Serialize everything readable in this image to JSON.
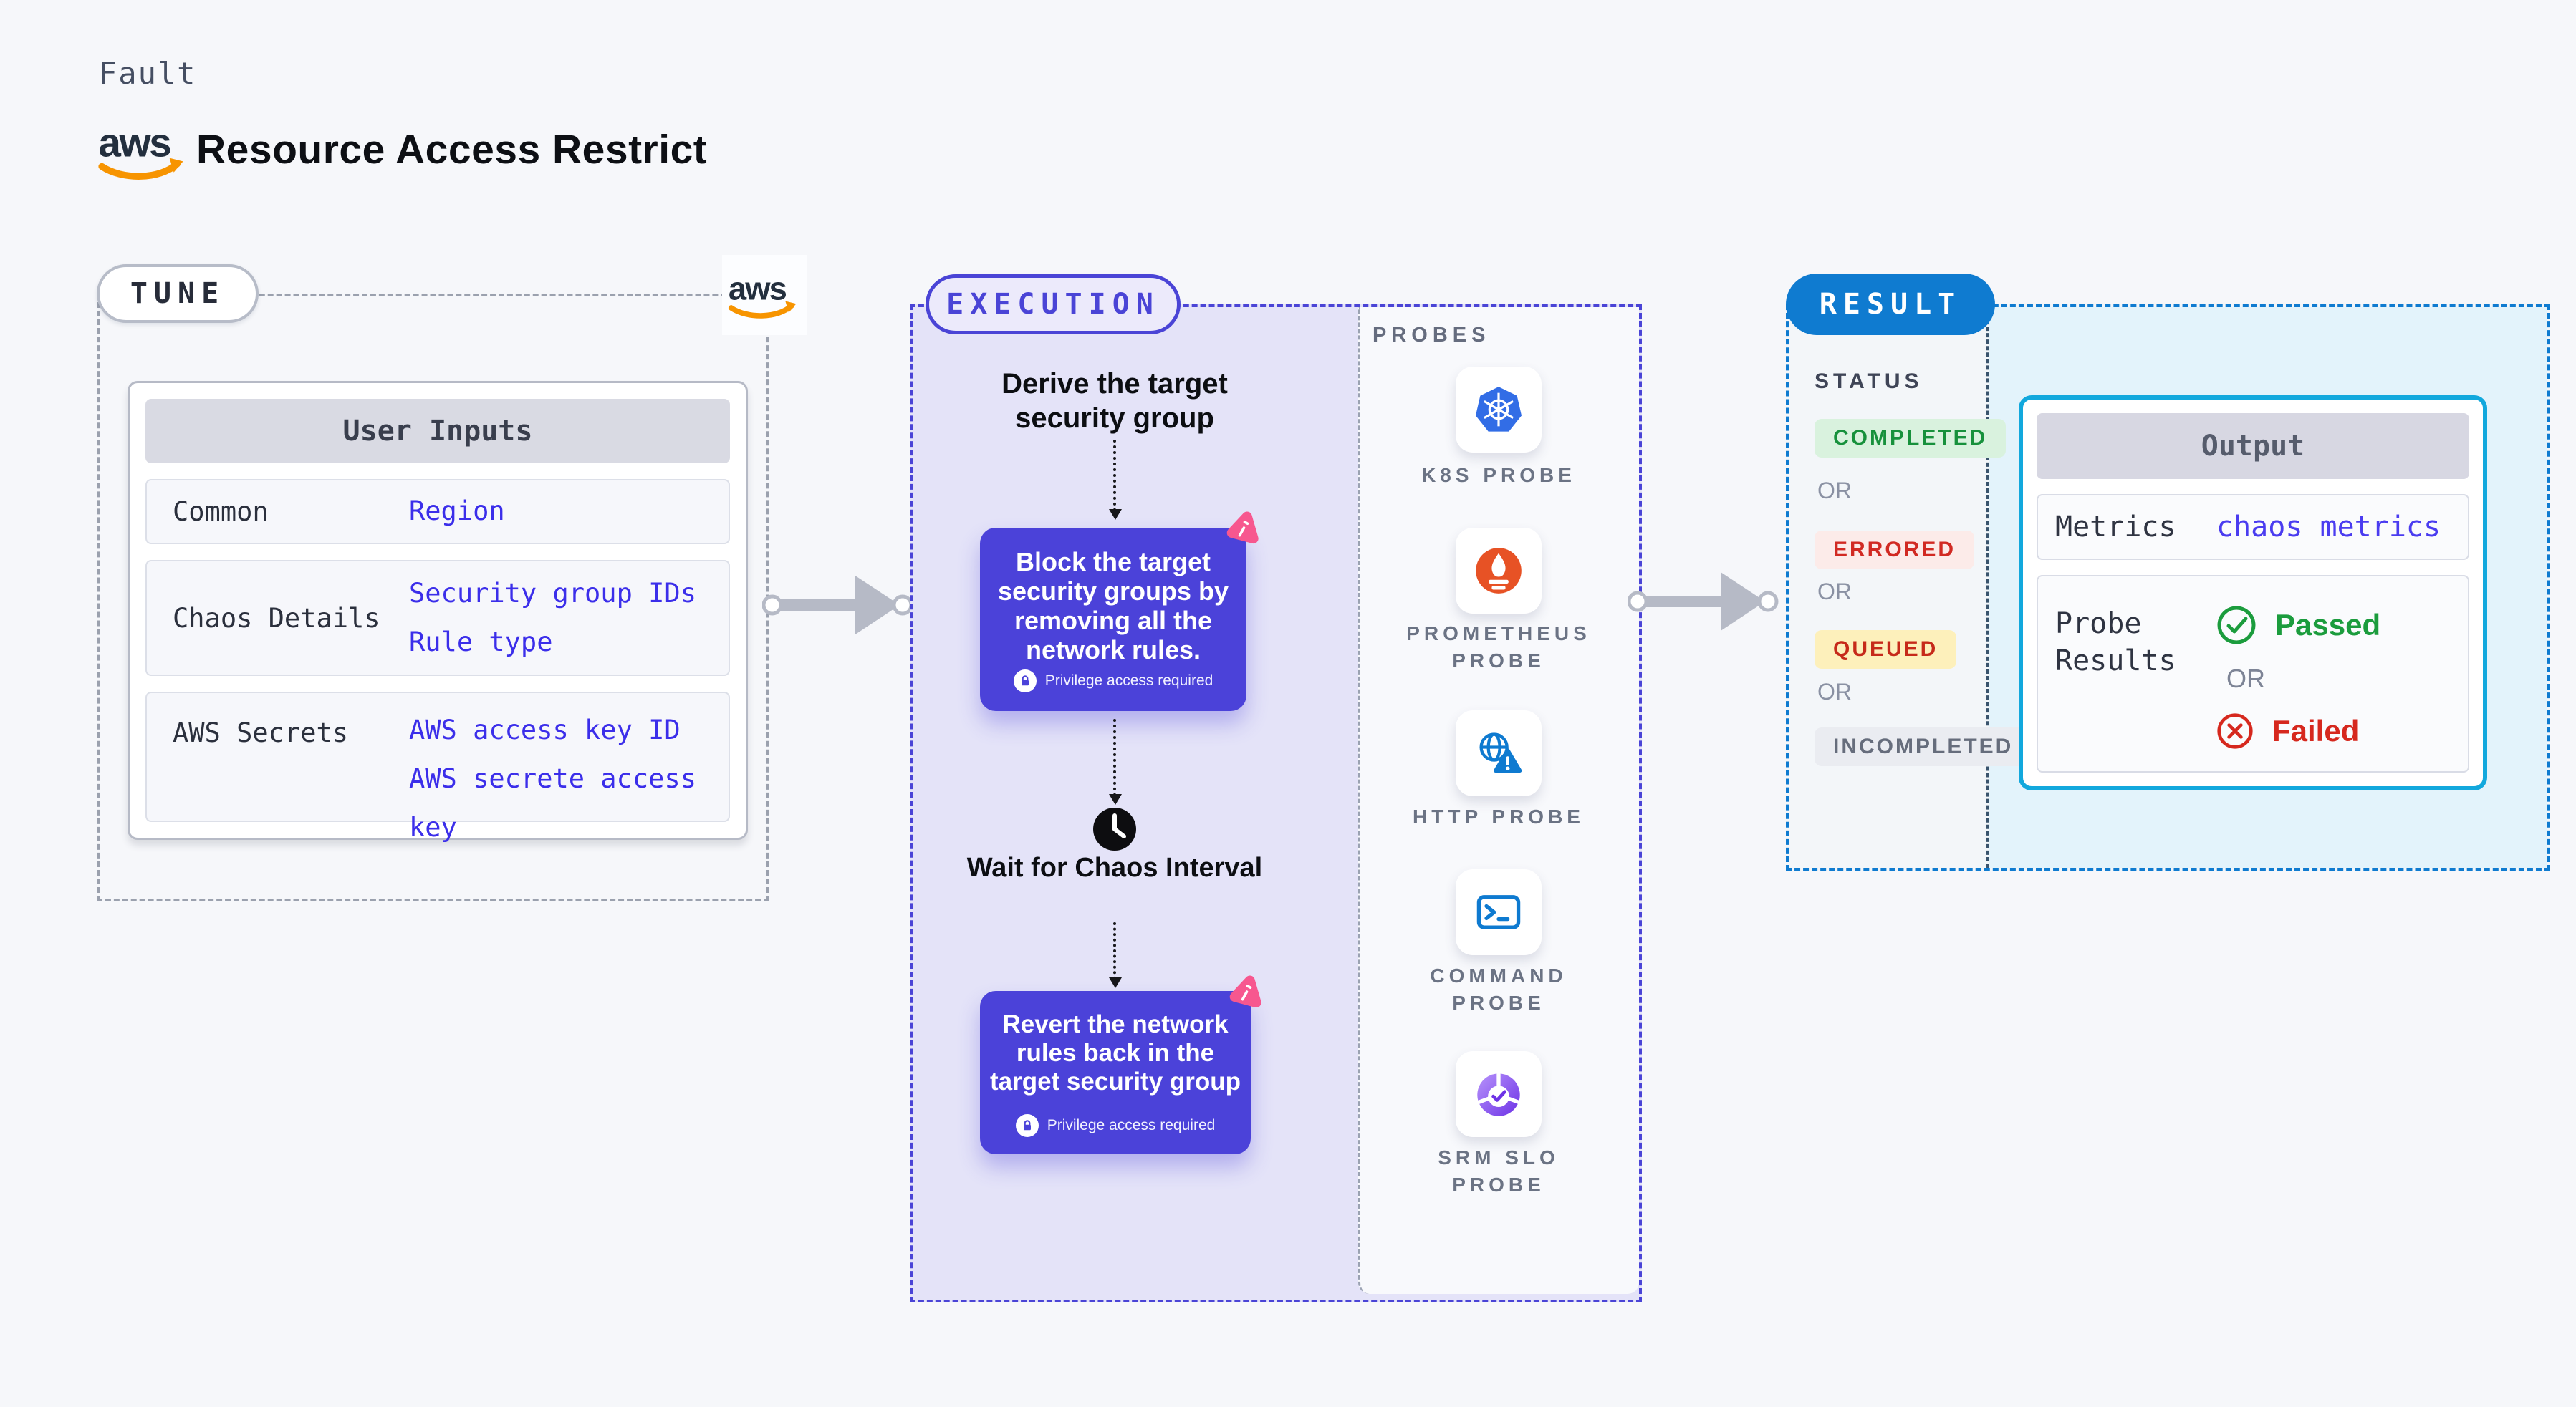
{
  "page": {
    "kicker": "Fault",
    "title": "Resource Access Restrict",
    "brand": "aws"
  },
  "tune": {
    "label": "TUNE",
    "card": {
      "header": "User Inputs",
      "rows": [
        {
          "label": "Common",
          "values": [
            "Region"
          ]
        },
        {
          "label": "Chaos Details",
          "values": [
            "Security group IDs",
            "Rule type"
          ]
        },
        {
          "label": "AWS Secrets",
          "values": [
            "AWS access key ID",
            "AWS secrete access key"
          ]
        }
      ]
    }
  },
  "execution": {
    "label": "EXECUTION",
    "steps": {
      "derive": "Derive the target security group",
      "block": "Block the target security groups by removing all the network rules.",
      "wait": "Wait for Chaos Interval",
      "revert": "Revert the network rules back in the target security group",
      "privilege_note": "Privilege access required"
    },
    "probes": {
      "heading": "PROBES",
      "items": [
        {
          "icon": "kubernetes-icon",
          "label": "K8S PROBE"
        },
        {
          "icon": "prometheus-icon",
          "label": "PROMETHEUS PROBE"
        },
        {
          "icon": "http-icon",
          "label": "HTTP PROBE"
        },
        {
          "icon": "command-icon",
          "label": "COMMAND PROBE"
        },
        {
          "icon": "srm-slo-icon",
          "label": "SRM SLO PROBE"
        }
      ]
    }
  },
  "result": {
    "label": "RESULT",
    "status": {
      "heading": "STATUS",
      "separator": "OR",
      "items": [
        {
          "label": "COMPLETED",
          "color": "#17913c",
          "bg": "#d9f2de"
        },
        {
          "label": "ERRORED",
          "color": "#d12a23",
          "bg": "#fcebe9"
        },
        {
          "label": "QUEUED",
          "color": "#c62a1a",
          "bg": "#fdf0bb"
        },
        {
          "label": "INCOMPLETED",
          "color": "#666d7c",
          "bg": "#eaecf1"
        }
      ]
    },
    "output": {
      "header": "Output",
      "metrics_label": "Metrics",
      "metrics_value": "chaos metrics",
      "probe_label": "Probe Results",
      "passed": "Passed",
      "separator": "OR",
      "failed": "Failed"
    }
  },
  "colors": {
    "page_bg": "#f6f7fa",
    "execution_accent": "#4a44d6",
    "execution_bg": "#e4e3f8",
    "step_box": "#4b42d9",
    "chaos_icon_pink": "#f7578f",
    "result_accent": "#0f7bd0",
    "result_bg": "#e3f3fb",
    "output_border": "#12a8dd",
    "tune_value_blue": "#3b2eea",
    "metrics_value_blue": "#4a3cf0",
    "passed_green": "#1b9c3d",
    "failed_red": "#d6281e",
    "arrow_gray": "#b6bac6"
  }
}
